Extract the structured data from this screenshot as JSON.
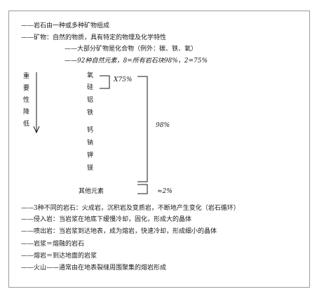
{
  "note": {
    "line1": "——岩石由一种或多种矿物组成",
    "line2": "——矿物：自然的物质，具有特定的物理及化学特性",
    "line3": "——大部分矿物是化合物（例外：碳、铁、氧）",
    "line4": "——92种自然元素，8=所有岩石块98%，2=75%",
    "importance_chars": [
      "重",
      "要",
      "性",
      "降",
      "低"
    ],
    "elements": [
      "氧",
      "硅",
      "铝",
      "铁",
      "钙",
      "钠",
      "钾",
      "镁"
    ],
    "other_elements": "其他元素",
    "bracket_75": "X75%",
    "bracket_98": "98%",
    "bracket_2": "≈2%",
    "line5": "——3种不同的岩石：火成岩，沉积岩及变质岩，不断地产生变化（岩石循环）",
    "line6": "——侵入岩：当岩浆在地底下缓慢冷却，固化，形成大的晶体",
    "line7": "——喷出岩：当岩浆到达地表，成为熔岩，快速冷却，形成细小的晶体",
    "line8": "——岩浆＝熔融的岩石",
    "line9": "——熔岩＝到达地面的岩浆",
    "line10": "——火山——通常由在地表裂缝周围聚集的熔岩形成"
  }
}
